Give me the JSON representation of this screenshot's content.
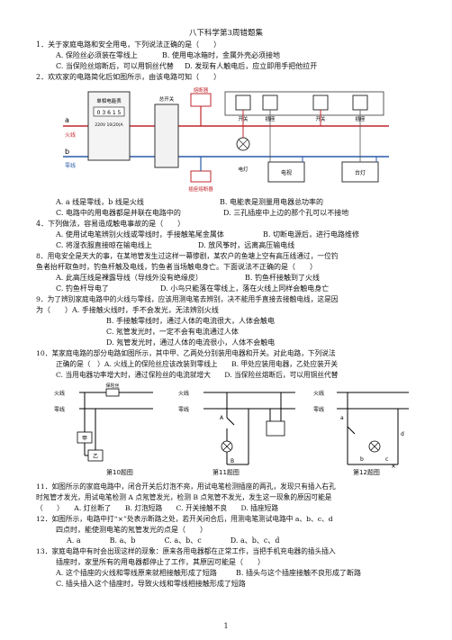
{
  "title": "八下科学第3周错题集",
  "q1": {
    "stem": "1．关于家庭电路和安全用电，下列说法正确的是（　　）",
    "a": "A. 保险丝必须装在零线上",
    "b": "B. 使用电冰箱时，金属外壳必须接地",
    "c": "C. 当保险丝熔断后，可以用铜丝代替",
    "d": "D. 发现有人触电后，应立即用手把他拉开"
  },
  "q2": {
    "stem": "2．欢欢家的电路简化后如图所示，由该电路可知（　　）",
    "a": "A. a 线是零线，b 线是火线",
    "b": "B. 电能表是测量用电器总功率的",
    "c": "C. 电路中的用电器都是并联在电路中的",
    "d": "D. 三孔插座中上边的那个孔可以不接地"
  },
  "fig2": {
    "a_label": "a",
    "b_label": "b",
    "fire": "火线",
    "zero": "零线",
    "meter_title": "单相电能表",
    "meter_digits": "0 3 6 1 5",
    "meter_spec": "220V 10(20)A",
    "breaker": "总开关",
    "fuse_top": "熔断器",
    "fuse_bottom": "插座熔断器",
    "switch1": "开关",
    "switch2": "开关",
    "lamp": "电灯",
    "socket1": "插座",
    "socket2": "插座",
    "tv": "电视",
    "desk": "台灯"
  },
  "q4": {
    "stem": "4．下列做法，容易造成触电事故的是（　　）",
    "a": "A. 使用试电笔辨别火线或零线时，手接触笔尾金属体",
    "b": "B. 切断电源后，进行电路维修",
    "c": "C. 将湿衣服直接晾在输电线上",
    "d": "D. 放风筝时，远离高压输电线"
  },
  "q8": {
    "line1": "8．用电安全是天大的事，在某地管发生过这样一幕惨剧，某农户的鱼塘上空有高压线通过，一位钓",
    "line2": "鱼者抬杆取鱼时，钓鱼杆触及电线，钓鱼者当场触电身亡。下面说法不正确的是（　　）",
    "a": "A. 此高压线是裸露导线（导线外没有绝缘皮）",
    "b": "B. 钓鱼杆接触到了火线",
    "c": "C. 钓鱼杆导电了",
    "d": "D. 小鸟只能落在零线上，落在火线上同样会触电身亡"
  },
  "q9": {
    "line1": "9．为了辨别家庭电路中的火线与零线，应该用测电笔去辨别，决不能用手直接去接触电线，这是因",
    "line2": "为（　　）A. 手接触火线时，手不会发光，无法辨别火线",
    "b": "B. 手接触零线时，通过人体的电流很大，人体会触电",
    "c": "C. 氖管发光时，一定不会有电流通过人体",
    "d": "D. 氖管发光时，通过人体的电流很小，人体不会触电"
  },
  "q10": {
    "line1": "10．某家庭电路的部分电路如图所示，其中甲、乙两处分别装用电器和开关。对此电路，下列说法",
    "line2": "正确的是（　）A. 火线上的保险丝应该改装到零线上　　B. 甲处应装用电器，乙处应装开关",
    "line3": "C. 当用电器功率增大时，通过保险丝的电流就增大　　D. 当保险丝熔断后，可以用铜丝代替"
  },
  "figs": {
    "f10": {
      "fire": "火线",
      "zero": "零线",
      "fuse": "保险丝",
      "jia": "甲",
      "yi": "乙",
      "caption": "第10题图"
    },
    "f11": {
      "fire": "火线",
      "zero": "零线",
      "a": "A",
      "b": "B",
      "caption": "第11题图"
    },
    "f12": {
      "fire": "火线",
      "zero": "零线",
      "a": "a",
      "b": "b",
      "c": "c",
      "d": "d",
      "caption": "第12题图"
    }
  },
  "q11": {
    "line1": "11．如图所示的家庭电路中，闭合开关后灯泡不亮，用试电笔检测插座的两孔，发现只有插入右孔",
    "line2": "时氖管才发光，用试电笔检测 A 点氖管发光，检测 B 点氖管不发光，发生这一现象的原因可能是",
    "line3": "（　　）　　A. 灯丝断了　　B. 灯泡短路　　C. 开关接触不良　　D. 插座短路"
  },
  "q12": {
    "line1": "12．如图所示，电路中打“×”处表示断路之处，若开关闭合后，用测电笔测试电路中 a、b、c、d",
    "line2": "四点时，能使测电笔的氖管发光的点是（　　）",
    "opts": "A. a　　　　B. a、b　　　　C. a、b、c　　　　D. a、b、c、d"
  },
  "q13": {
    "line1": "13．家庭电路中有时会出现这样的现象：原来各用电器都在正常工作，当把手机充电器的插头插入",
    "line2": "插座时，家里所有的用电器都停止了工作，其原因可能是（　　）",
    "a": "A. 这个插座的火线和零线原来就相接触形成了短路",
    "b": "B. 插头与这个插座接触不良形成了断路",
    "c": "C. 插头插入这个插座时，导致火线和零线相接触形成了短路"
  },
  "page_number": "1"
}
